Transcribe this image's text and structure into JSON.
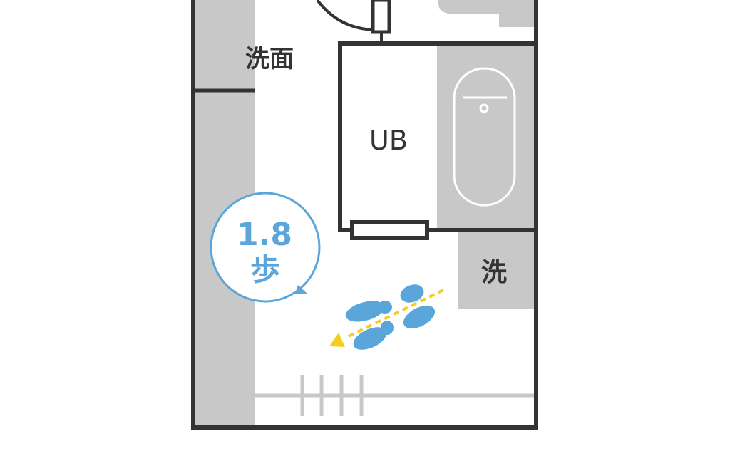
{
  "rooms": {
    "washroom_label": "洗面",
    "unit_bath_label": "UB",
    "washer_label": "洗"
  },
  "steps_bubble": {
    "value": "1.8",
    "unit": "歩"
  },
  "colors": {
    "wall": "#333333",
    "gray_fill": "#c8c8c8",
    "accent_blue": "#5aa6db",
    "arrow_yellow": "#f5cc1f"
  },
  "icons": [
    "footprints-icon",
    "direction-arrow-icon",
    "bathtub-icon",
    "door-icon"
  ]
}
